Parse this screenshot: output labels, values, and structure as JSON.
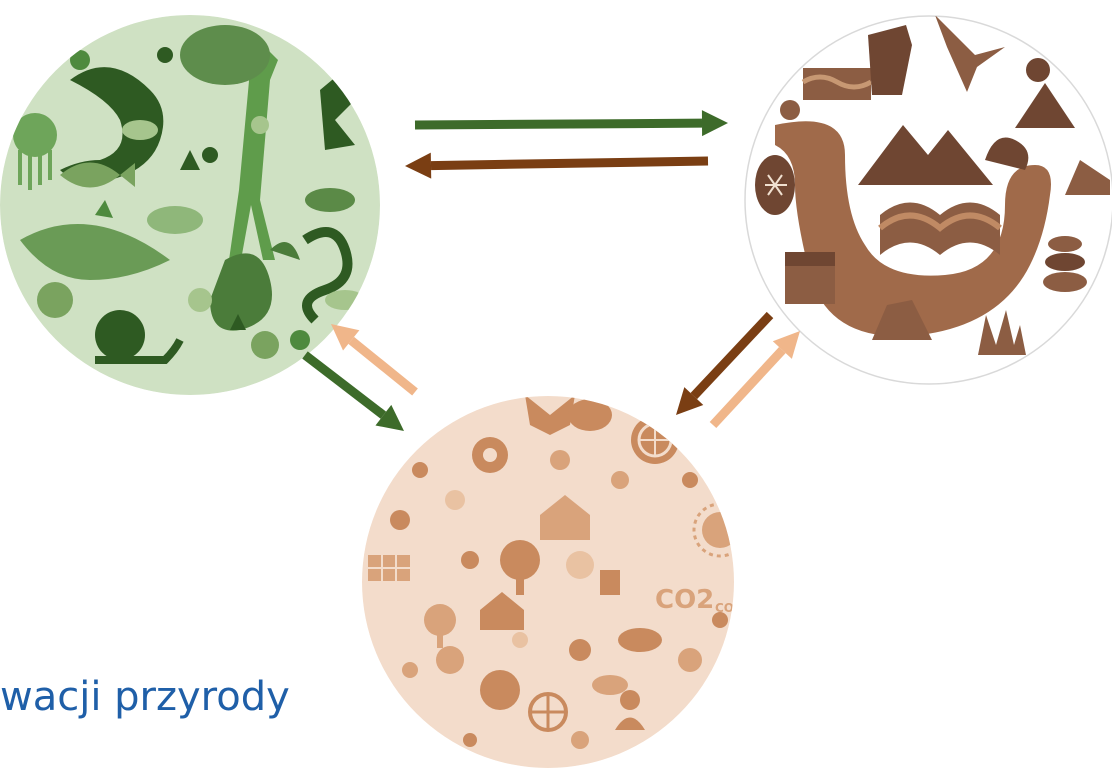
{
  "caption": {
    "text": "wacji przyrody"
  },
  "circles": {
    "biosphere": {
      "icon": "biodiversity-icon-collage",
      "colors": [
        "#2e5a22",
        "#4e8a3e",
        "#7aa35f",
        "#a6c58d"
      ]
    },
    "geosphere": {
      "icon": "geodiversity-icon-collage",
      "colors": [
        "#6f4632",
        "#8c5d43",
        "#b07a5a",
        "#c79873"
      ]
    },
    "anthroposphere": {
      "icon": "sustainability-icon-collage",
      "colors": [
        "#c98a5e",
        "#d9a37b",
        "#e9c2a2",
        "#f3dccb"
      ]
    }
  },
  "arrows": [
    {
      "from": "biosphere",
      "to": "geosphere",
      "color": "#3d6b2a"
    },
    {
      "from": "geosphere",
      "to": "biosphere",
      "color": "#7a3e13"
    },
    {
      "from": "biosphere",
      "to": "anthroposphere",
      "color": "#3d6b2a"
    },
    {
      "from": "anthroposphere",
      "to": "biosphere",
      "color": "#f0b68a"
    },
    {
      "from": "geosphere",
      "to": "anthroposphere",
      "color": "#7a3e13"
    },
    {
      "from": "anthroposphere",
      "to": "geosphere",
      "color": "#f0b68a"
    }
  ],
  "caption_color": "#1f5fa8"
}
